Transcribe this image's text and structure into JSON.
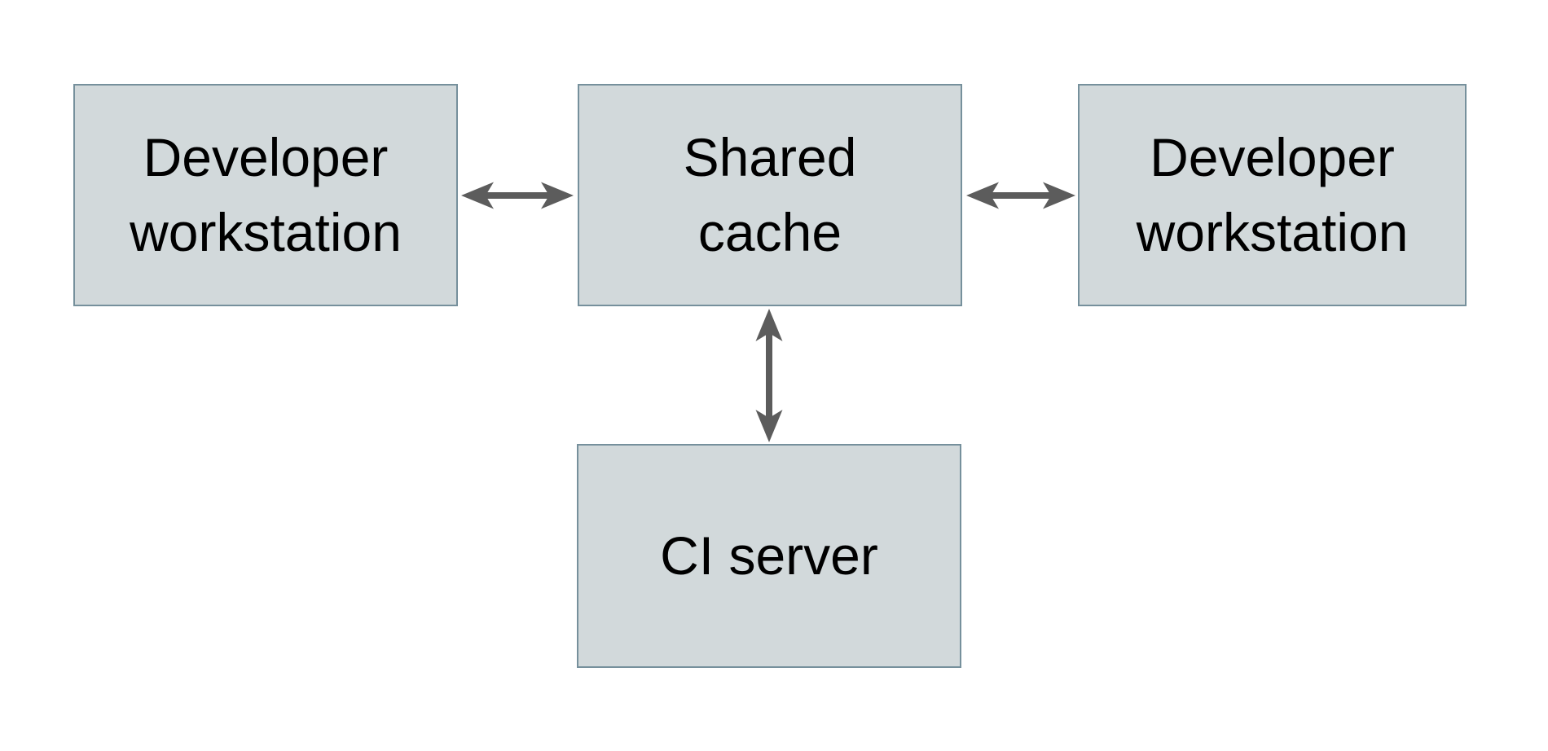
{
  "diagram": {
    "type": "architecture-diagram",
    "background": "#ffffff",
    "node_fill": "#d2d9db",
    "node_border": "#76909c",
    "text_color": "#000000",
    "arrow_color": "#5c5c5c",
    "nodes": [
      {
        "id": "developer-workstation-left",
        "label": "Developer\nworkstation"
      },
      {
        "id": "shared-cache",
        "label": "Shared\ncache"
      },
      {
        "id": "developer-workstation-right",
        "label": "Developer\nworkstation"
      },
      {
        "id": "ci-server",
        "label": "CI server"
      }
    ],
    "edges": [
      {
        "from": "developer-workstation-left",
        "to": "shared-cache",
        "direction": "bidirectional"
      },
      {
        "from": "shared-cache",
        "to": "developer-workstation-right",
        "direction": "bidirectional"
      },
      {
        "from": "shared-cache",
        "to": "ci-server",
        "direction": "bidirectional"
      }
    ]
  }
}
